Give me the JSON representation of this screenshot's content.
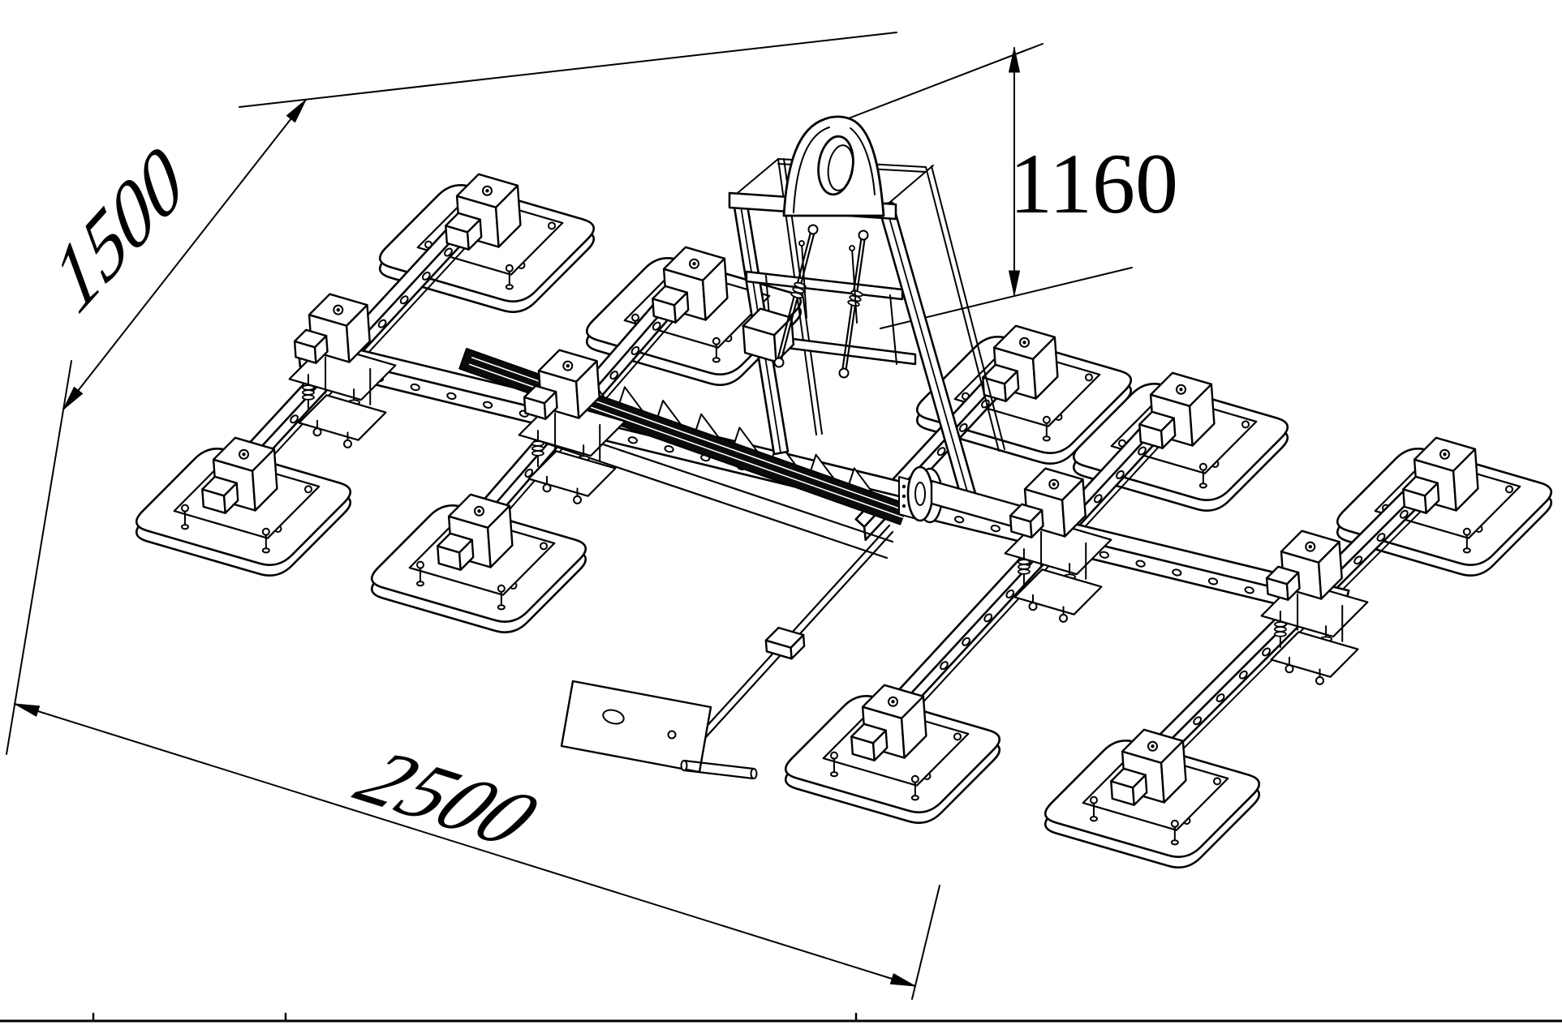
{
  "drawing": {
    "type": "isometric engineering drawing",
    "subject": "vacuum lifting frame with suction pads",
    "dimensions": {
      "width": {
        "label": "2500"
      },
      "depth": {
        "label": "1500"
      },
      "height": {
        "label": "1160"
      }
    },
    "visible_suction_pads": 9,
    "cross_arms": 5,
    "features": [
      "lifting-eye",
      "gantry-frame",
      "spreader-beam",
      "cross-arms",
      "clamp-assemblies",
      "suction-pads",
      "telescopic-rail",
      "title-block-border"
    ],
    "colors": {
      "line": "#000000",
      "background": "#ffffff",
      "beam_fill": "#0b0b0b"
    }
  }
}
